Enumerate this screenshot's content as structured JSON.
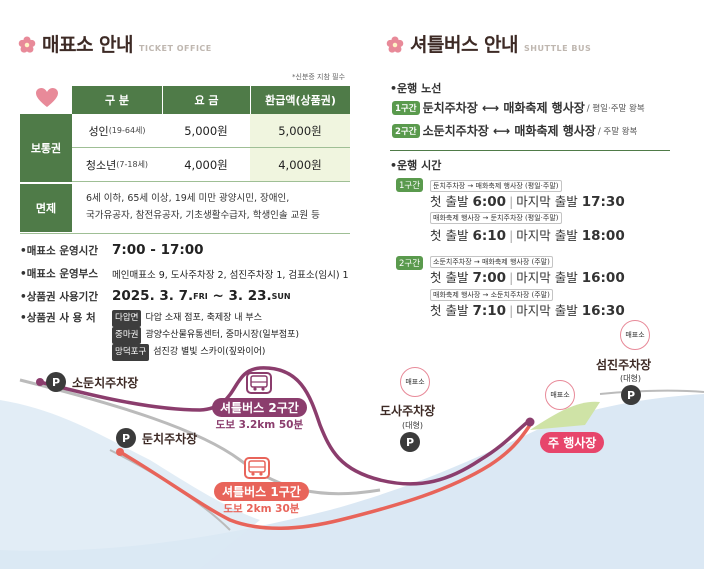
{
  "ticket": {
    "title": "매표소 안내",
    "subtitle": "TICKET OFFICE",
    "note": "*신분증 지참 필수",
    "headers": [
      "구 분",
      "요 금",
      "환급액(상품권)"
    ],
    "general_label": "보통권",
    "rows": [
      {
        "name": "성인",
        "age": "(19-64세)",
        "fee": "5,000원",
        "refund": "5,000원"
      },
      {
        "name": "청소년",
        "age": "(7-18세)",
        "fee": "4,000원",
        "refund": "4,000원"
      }
    ],
    "exempt_label": "면제",
    "exempt_text1": "6세 이하, 65세 이상, 19세 미만 광양시민, 장애인,",
    "exempt_text2": "국가유공자, 참전유공자, 기초생활수급자, 학생인솔 교원 등"
  },
  "info": {
    "hours_label": "•매표소 운영시간",
    "hours_value": "7:00 - 17:00",
    "booths_label": "•매표소 운영부스",
    "booths_value": "메인매표소 9, 도사주차장 2, 섬진주차장 1, 검표소(임시) 1",
    "period_label": "•상품권 사용기간",
    "period_start": "2025. 3. 7.",
    "period_start_day": "FRI",
    "period_sep": " ~ ",
    "period_end": "3. 23.",
    "period_end_day": "SUN",
    "usage_label": "•상품권 사 용 처",
    "usage": [
      {
        "tag": "다압면",
        "text": "다압 소재 점포, 축제장 내 부스"
      },
      {
        "tag": "중마권",
        "text": "광양수산물유통센터, 중마시장(일부점포)"
      },
      {
        "tag": "망덕포구",
        "text": "섬진강 별빛 스카이(짚와이어)"
      }
    ]
  },
  "shuttle": {
    "title": "셔틀버스 안내",
    "subtitle": "SHUTTLE BUS",
    "route_heading": "•운행 노선",
    "routes": [
      {
        "badge": "1구간",
        "text": "둔치주차장 ⟷ 매화축제 행사장",
        "note": "/ 평일·주말 왕복"
      },
      {
        "badge": "2구간",
        "text": "소둔치주차장 ⟷ 매화축제 행사장",
        "note": "/ 주말 왕복"
      }
    ],
    "time_heading": "•운행 시간",
    "s1_badge": "1구간",
    "s1a_route": "둔치주차장 → 매화축제 행사장 (평일·주말)",
    "s1a_first": "첫 출발",
    "s1a_first_time": "6:00",
    "s1a_last": "마지막 출발",
    "s1a_last_time": "17:30",
    "s1b_route": "매화축제 행사장 → 둔치주차장 (평일·주말)",
    "s1b_first": "첫 출발",
    "s1b_first_time": "6:10",
    "s1b_last": "마지막 출발",
    "s1b_last_time": "18:00",
    "s2_badge": "2구간",
    "s2a_route": "소둔치주차장 → 매화축제 행사장 (주말)",
    "s2a_first": "첫 출발",
    "s2a_first_time": "7:00",
    "s2a_last": "마지막 출발",
    "s2a_last_time": "16:00",
    "s2b_route": "매화축제 행사장 → 소둔치주차장 (주말)",
    "s2b_first": "첫 출발",
    "s2b_first_time": "7:10",
    "s2b_last": "마지막 출발",
    "s2b_last_time": "16:30"
  },
  "map": {
    "p": "P",
    "sodunchi": "소둔치주차장",
    "dunchi": "둔치주차장",
    "dosa": "도사주차장",
    "dosa_sub": "(대형)",
    "seomjin": "섬진주차장",
    "seomjin_sub": "(대형)",
    "ticket_bubble": "매표소",
    "main_venue": "주 행사장",
    "bus2_title": "셔틀버스 2구간",
    "bus2_dist": "도보 3.2km 50분",
    "bus1_title": "셔틀버스 1구간",
    "bus1_dist": "도보 2km 30분"
  },
  "colors": {
    "green": "#4f7b48",
    "route2": "#8b3d6d",
    "route1": "#e8645a",
    "river": "#dbe8f4",
    "venue": "#e7456b"
  }
}
